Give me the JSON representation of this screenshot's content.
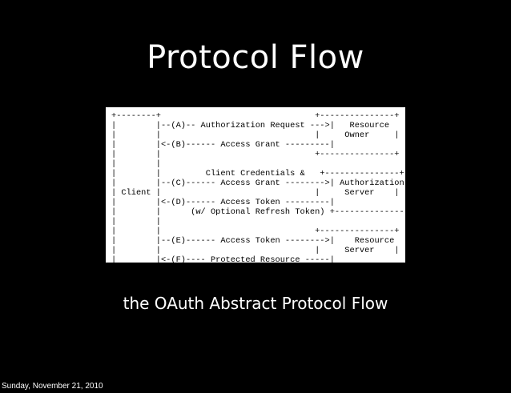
{
  "slide": {
    "title": "Protocol Flow",
    "caption": "the OAuth Abstract Protocol Flow",
    "footer_date": "Sunday, November 21, 2010"
  },
  "diagram": {
    "lines": [
      "+--------+                               +---------------+",
      "|        |--(A)-- Authorization Request --->|   Resource    |",
      "|        |                               |     Owner     |",
      "|        |<-(B)------ Access Grant ---------|               |",
      "|        |                               +---------------+",
      "|        |",
      "|        |         Client Credentials &   +---------------+",
      "|        |--(C)------ Access Grant -------->| Authorization |",
      "| Client |                               |     Server    |",
      "|        |<-(D)------ Access Token ---------|               |",
      "|        |      (w/ Optional Refresh Token) +---------------+",
      "|        |",
      "|        |                               +---------------+",
      "|        |--(E)------ Access Token -------->|    Resource   |",
      "|        |                               |     Server    |",
      "|        |<-(F)---- Protected Resource -----|               |",
      "+--------+                               +---------------+"
    ]
  }
}
